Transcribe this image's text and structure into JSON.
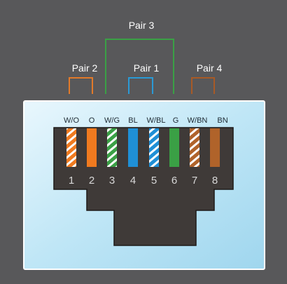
{
  "pairs": [
    {
      "label": "Pair 2",
      "color": "#e27a2a"
    },
    {
      "label": "Pair 1",
      "color": "#2a9ad6"
    },
    {
      "label": "Pair 3",
      "color": "#3aa045"
    },
    {
      "label": "Pair 4",
      "color": "#a85a26"
    }
  ],
  "wires": [
    {
      "abbr": "W/O",
      "pin": "1",
      "color": "#f07a1f",
      "striped": true
    },
    {
      "abbr": "O",
      "pin": "2",
      "color": "#f07a1f",
      "striped": false
    },
    {
      "abbr": "W/G",
      "pin": "3",
      "color": "#3aa045",
      "striped": true
    },
    {
      "abbr": "BL",
      "pin": "4",
      "color": "#1f8fd6",
      "striped": false
    },
    {
      "abbr": "W/BL",
      "pin": "5",
      "color": "#1f8fd6",
      "striped": true
    },
    {
      "abbr": "G",
      "pin": "6",
      "color": "#3aa045",
      "striped": false
    },
    {
      "abbr": "W/BN",
      "pin": "7",
      "color": "#b0632a",
      "striped": true
    },
    {
      "abbr": "BN",
      "pin": "8",
      "color": "#b0632a",
      "striped": false
    }
  ]
}
